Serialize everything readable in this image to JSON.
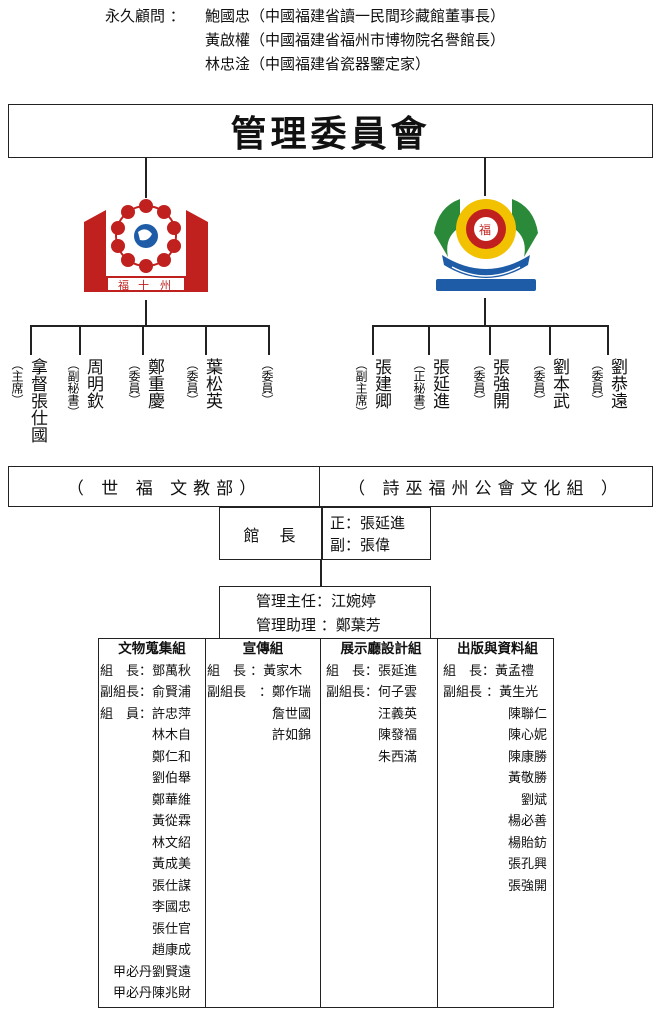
{
  "advisors": {
    "label": "永久顧問 ：",
    "members": [
      "鮑國忠（中國福建省讀一民間珍藏館董事長）",
      "黃啟權（中國福建省福州市博物院名譽館長）",
      "林忠淦（中國福建省瓷器鑒定家）"
    ]
  },
  "committee_title": "管理委員會",
  "left_group": [
    {
      "role": "（主席）",
      "name": "拿督張仕國"
    },
    {
      "role": "（副秘書）",
      "name": "周明欽"
    },
    {
      "role": "（委員）",
      "name": "鄭重慶"
    },
    {
      "role": "（委員）",
      "name": "葉松英"
    },
    {
      "role": "（委員）",
      "name": ""
    }
  ],
  "right_group": [
    {
      "role": "（副主席）",
      "name": "張建卿"
    },
    {
      "role": "（正秘書）",
      "name": "張延進"
    },
    {
      "role": "（委員）",
      "name": "張強開"
    },
    {
      "role": "（委員）",
      "name": "劉本武"
    },
    {
      "role": "（委員）",
      "name": "劉恭遠"
    }
  ],
  "dept_left": "（ 世 福 文教部）",
  "dept_right": "（ 詩巫福州公會文化組 ）",
  "curator": {
    "label": "館　長",
    "chief": "正：張延進",
    "deputy": "副：張偉"
  },
  "management": {
    "manager": "管理主任：江婉婷",
    "assistant": "管理助理 ：鄭葉芳"
  },
  "groups": [
    {
      "head": "文物蒐集組",
      "rows": [
        "組　長：鄧萬秋",
        "副組長：俞賢浦",
        "組　員：許忠萍",
        "　　　　林木自",
        "　　　　鄭仁和",
        "　　　　劉伯舉",
        "　　　　鄭華維",
        "　　　　黃從霖",
        "　　　　林文紹",
        "　　　　黃成美",
        "　　　　張仕謀",
        "　　　　李國忠",
        "　　　　張仕官",
        "　　　　趙康成",
        "　甲必丹劉賢遠",
        "　甲必丹陳兆財"
      ]
    },
    {
      "head": "宣傳組",
      "rows": [
        "組　長 ：黃家木",
        "副組長　：鄭作瑞",
        "　　　　　詹世國",
        "　　　　　許如錦"
      ]
    },
    {
      "head": "展示廳設計組",
      "rows": [
        "組　長：張延進",
        "副組長：何子雲",
        "　　　　汪義英",
        "　　　　陳發福",
        "　　　　朱西滿"
      ]
    },
    {
      "head": "出版與資料組",
      "rows": [
        "組　長：黃孟禮",
        "副組長 ：黃生光",
        "　　　　　陳聯仁",
        "　　　　　陳心妮",
        "　　　　　陳康勝",
        "　　　　　黃敬勝",
        "　　　　　　劉斌",
        "　　　　　楊必善",
        "　　　　　楊貽鈁",
        "　　　　　張孔興",
        "　　　　　張強開"
      ]
    }
  ],
  "colors": {
    "line": "#222222",
    "logo_red": "#c0201e",
    "logo_blue": "#1f5ca8",
    "logo_yellow": "#f2c200",
    "logo_green": "#2a8a3a"
  },
  "icons": {
    "left_logo": "world-fuzhou-emblem-icon",
    "right_logo": "foochow-association-emblem-icon"
  }
}
